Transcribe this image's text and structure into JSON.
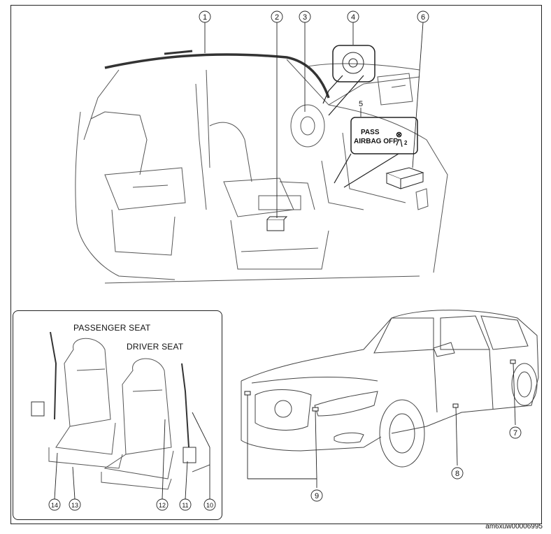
{
  "callouts": [
    "1",
    "2",
    "3",
    "4",
    "5",
    "6",
    "7",
    "8",
    "9",
    "10",
    "11",
    "12",
    "13",
    "14"
  ],
  "indicator": {
    "line1": "PASS",
    "line2": "AIRBAG OFF",
    "symbol": "⊗",
    "subscript": "2"
  },
  "inset_labels": {
    "passenger_seat": "PASSENGER SEAT",
    "driver_seat": "DRIVER SEAT"
  },
  "footer_code": "am6xuw00006995"
}
